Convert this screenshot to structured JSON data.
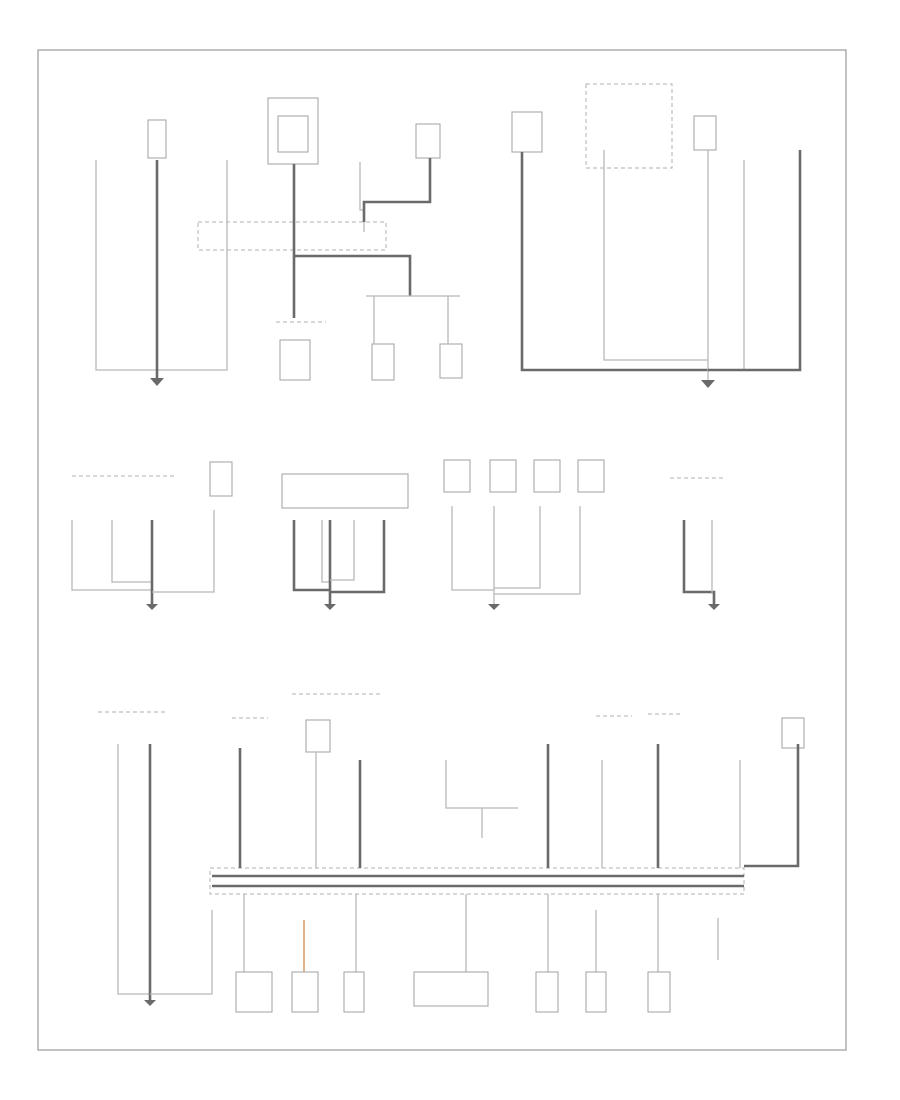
{
  "diagram": {
    "page_mark": "",
    "colors": {
      "frame": "#9a9a9a",
      "wire": "#b8b8b8",
      "wire_dark": "#6a6a6a",
      "wire_orange": "#d9a36a"
    },
    "sections": [
      {
        "id": "top-left-grounds",
        "ground_label": ""
      },
      {
        "id": "top-right-grounds",
        "ground_label": ""
      },
      {
        "id": "middle-grounds",
        "ground_labels": [
          "",
          "",
          "",
          ""
        ]
      },
      {
        "id": "bottom-grounds",
        "ground_label": ""
      }
    ]
  }
}
